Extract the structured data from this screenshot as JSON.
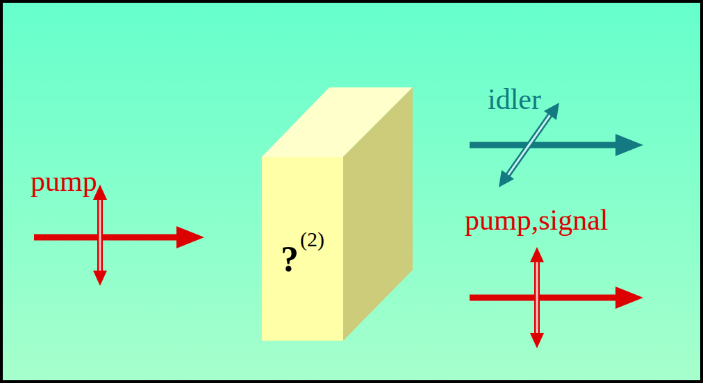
{
  "diagram": {
    "nodes": [
      {
        "text": [
          "?",
          "(2)"
        ]
      }
    ],
    "labels": [
      "pump",
      "idler",
      "pump,signal"
    ]
  }
}
